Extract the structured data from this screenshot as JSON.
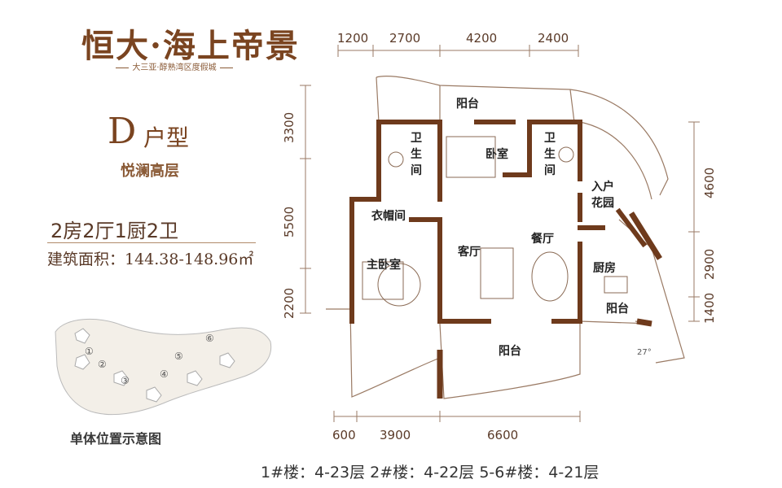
{
  "brand": {
    "title": "恒大·海上帝景",
    "subtitle": "大三亚·醇熟湾区度假城"
  },
  "unit": {
    "letter": "D",
    "type": "户型",
    "building_type": "悦澜高层",
    "layout": "2房2厅1厨2卫",
    "area": "建筑面积：144.38-148.96㎡"
  },
  "dimensions": {
    "top": [
      "1200",
      "2700",
      "4200",
      "2400"
    ],
    "left": [
      "3300",
      "5500",
      "2200"
    ],
    "right": [
      "4600",
      "2900",
      "1400"
    ],
    "bottom": [
      "600",
      "3900",
      "6600"
    ]
  },
  "rooms": {
    "balcony_top": "阳台",
    "bath_left": "卫\n生\n间",
    "bedroom": "卧室",
    "bath_right": "卫\n生\n间",
    "entry_garden": "入户\n花园",
    "closet": "衣帽间",
    "master_bedroom": "主卧室",
    "living_room": "客厅",
    "dining_room": "餐厅",
    "kitchen": "厨房",
    "balcony_right": "阳台",
    "balcony_bottom": "阳台",
    "angle": "27°"
  },
  "site_plan": {
    "caption": "单体位置示意图",
    "markers": [
      "①",
      "②",
      "③",
      "④",
      "⑤",
      "⑥"
    ]
  },
  "floors": "1#楼：4-23层   2#楼：4-22层   5-6#楼：4-21层",
  "colors": {
    "wall": "#6e3a1c",
    "thin_line": "#9a7a64",
    "brand": "#7a4420"
  }
}
